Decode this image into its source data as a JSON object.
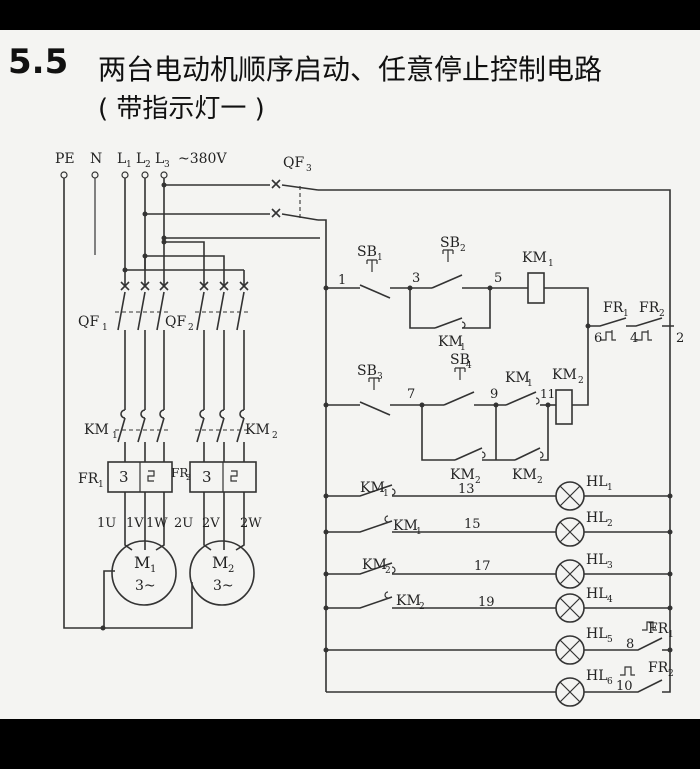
{
  "title": {
    "section": "5.5",
    "line1": "两台电动机顺序启动、任意停止控制电路",
    "line2": "( 带指示灯一 )"
  },
  "labels": {
    "pe": "PE",
    "n": "N",
    "l1": "L",
    "l2": "L",
    "l3": "L",
    "l1_sub": "1",
    "l2_sub": "2",
    "l3_sub": "3",
    "voltage": "~380V",
    "qf3": "QF",
    "qf3_sub": "3",
    "qf1": "QF",
    "qf1_sub": "1",
    "qf2": "QF",
    "qf2_sub": "2",
    "km1_main": "KM",
    "km1_main_sub": "1",
    "km2_main": "KM",
    "km2_main_sub": "2",
    "fr1_main": "FR",
    "fr1_main_sub": "1",
    "fr2_main": "FR",
    "fr2_main_sub": "2",
    "fr_box_1": "3",
    "fr_box_2": "3",
    "m1_terms": [
      "1U",
      "1V",
      "1W"
    ],
    "m2_terms": [
      "2U",
      "2V",
      "2W"
    ],
    "term_sub": "1",
    "m1": "M",
    "m1_sub": "1",
    "m1_phase": "3~",
    "m2": "M",
    "m2_sub": "2",
    "m2_phase": "3~",
    "sb1": "SB",
    "sb1_sub": "1",
    "sb2": "SB",
    "sb2_sub": "2",
    "sb3": "SB",
    "sb3_sub": "3",
    "sb4": "SB",
    "sb4_sub": "4",
    "km1_coil": "KM",
    "km1_coil_sub": "1",
    "km2_coil": "KM",
    "km2_coil_sub": "2",
    "km1_aux": "KM",
    "km1_aux_sub": "1",
    "km2_aux_a": "KM",
    "km2_aux_a_sub": "2",
    "km2_aux_b": "KM",
    "km2_aux_b_sub": "2",
    "km1_series": "KM",
    "km1_series_sub": "1",
    "fr1": "FR",
    "fr1_sub": "1",
    "fr2": "FR",
    "fr2_sub": "2",
    "node_1": "1",
    "node_3": "3",
    "node_5": "5",
    "node_6": "6",
    "node_4": "4",
    "node_2": "2",
    "node_7": "7",
    "node_9": "9",
    "node_11": "11",
    "ind_km1_a": "KM",
    "ind_km1_a_sub": "1",
    "ind_km1_b": "KM",
    "ind_km1_b_sub": "1",
    "ind_km2_a": "KM",
    "ind_km2_a_sub": "2",
    "ind_km2_b": "KM",
    "ind_km2_b_sub": "2",
    "wire_13": "13",
    "wire_15": "15",
    "wire_17": "17",
    "wire_19": "19",
    "hl1": "HL",
    "hl1_sub": "1",
    "hl2": "HL",
    "hl2_sub": "2",
    "hl3": "HL",
    "hl3_sub": "3",
    "hl4": "HL",
    "hl4_sub": "4",
    "hl5": "HL",
    "hl5_sub": "5",
    "hl6": "HL",
    "hl6_sub": "6",
    "node_8": "8",
    "node_10": "10",
    "fr_ind_1": "FR",
    "fr_ind_1_sub": "1",
    "fr_ind_2": "FR",
    "fr_ind_2_sub": "2"
  }
}
